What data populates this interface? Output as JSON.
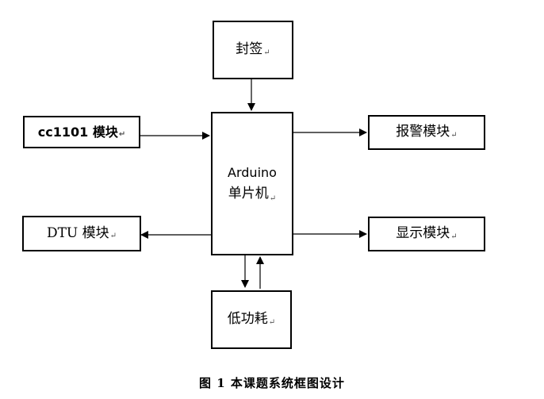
{
  "diagram": {
    "nodes": {
      "seal": "封签",
      "cc1101": "cc1101 模块",
      "arduino_line1": "Arduino",
      "arduino_line2": "单片机",
      "alarm": "报警模块",
      "dtu": "DTU 模块",
      "display": "显示模块",
      "low_power": "低功耗"
    },
    "paragraph_mark": "↵",
    "caption": "图 1  本课题系统框图设计",
    "edges": [
      {
        "from": "seal",
        "to": "arduino"
      },
      {
        "from": "cc1101",
        "to": "arduino"
      },
      {
        "from": "arduino",
        "to": "alarm"
      },
      {
        "from": "arduino",
        "to": "dtu"
      },
      {
        "from": "arduino",
        "to": "display"
      },
      {
        "from": "arduino",
        "to": "low_power"
      },
      {
        "from": "low_power",
        "to": "arduino"
      }
    ]
  }
}
